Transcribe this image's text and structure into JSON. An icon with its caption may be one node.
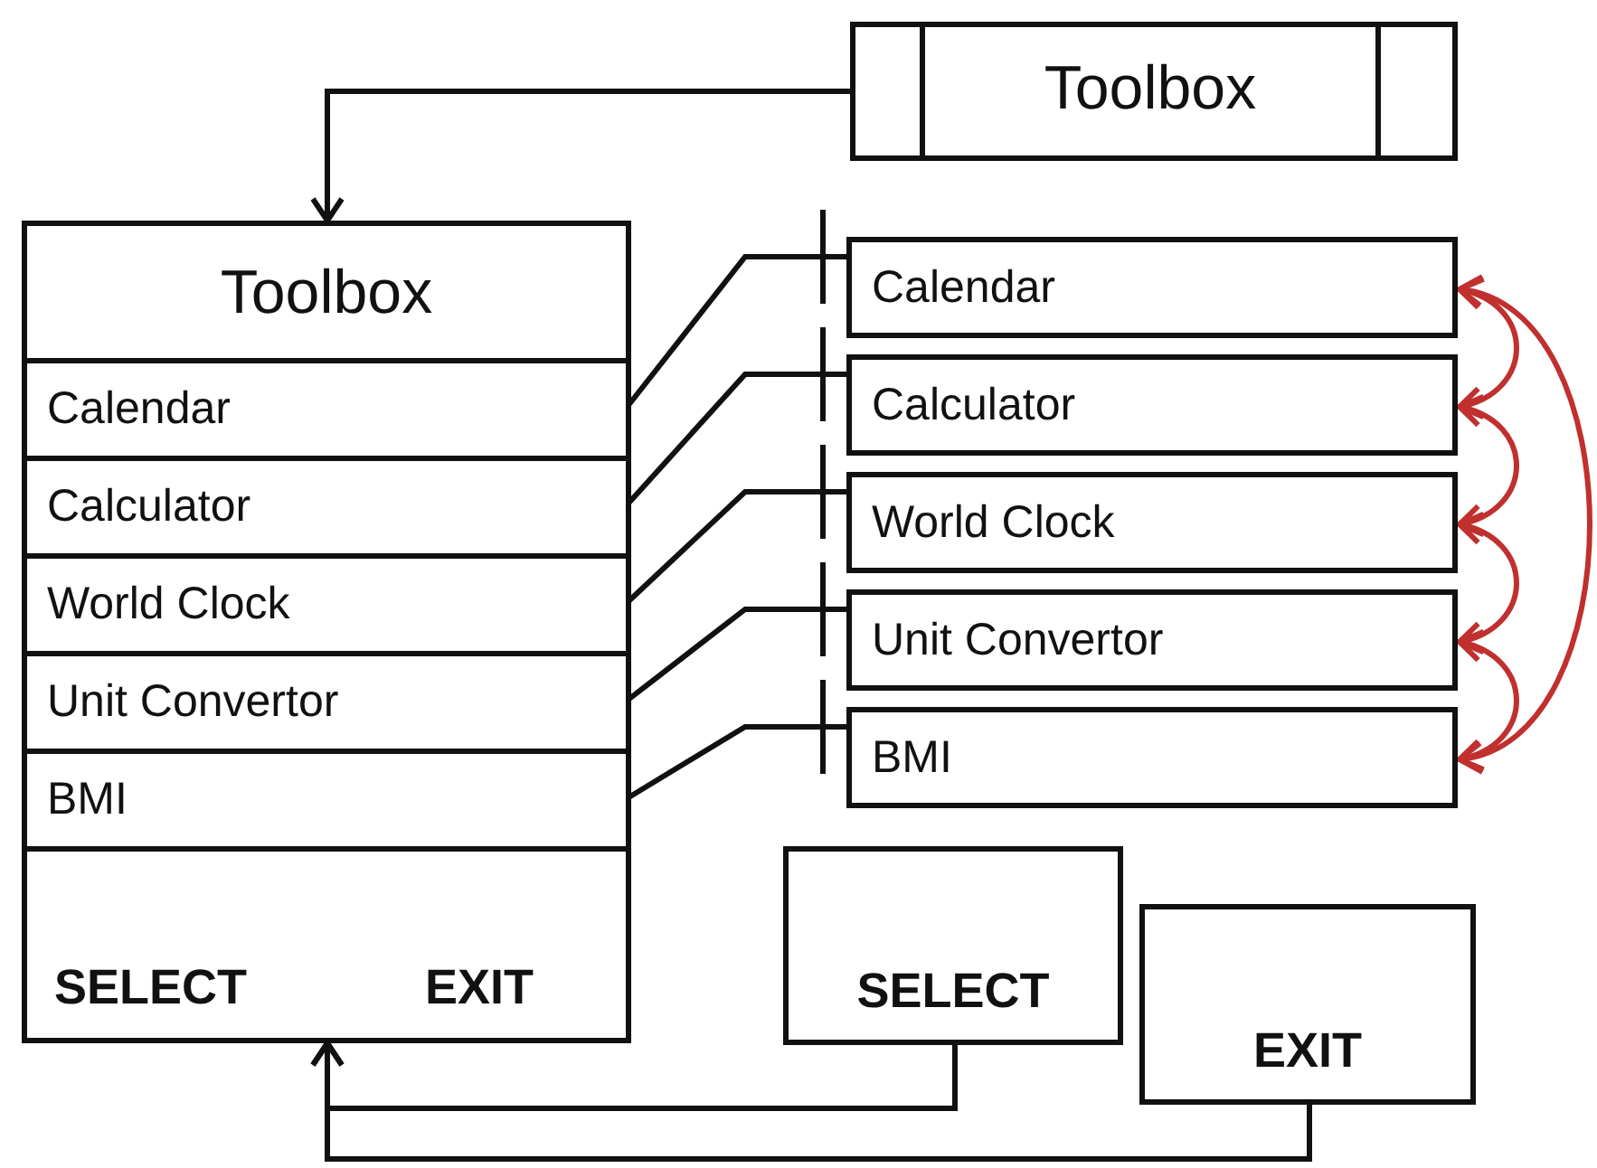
{
  "diagram": {
    "nodes": [
      {
        "text": [
          "Toolbox"
        ]
      },
      {
        "text": [
          "Toolbox",
          "SELECT",
          "EXIT"
        ]
      },
      {
        "text": [
          "Calendar"
        ],
        "in": 1
      },
      {
        "text": [
          "Calculator"
        ],
        "in": 1
      },
      {
        "text": [
          "World Clock"
        ],
        "in": 1
      },
      {
        "text": [
          "Unit Convertor"
        ],
        "in": 1
      },
      {
        "text": [
          "BMI"
        ],
        "in": 1
      },
      {
        "text": [
          "Calendar"
        ]
      },
      {
        "text": [
          "Calculator"
        ]
      },
      {
        "text": [
          "World Clock"
        ]
      },
      {
        "text": [
          "Unit Convertor"
        ]
      },
      {
        "text": [
          "BMI"
        ]
      },
      {
        "text": [
          "SELECT"
        ]
      },
      {
        "text": [
          "EXIT"
        ]
      }
    ],
    "edges": [
      {
        "from": 0,
        "to": 1,
        "arrow": "to"
      },
      {
        "from": 2,
        "to": 7,
        "arrow": "other"
      },
      {
        "from": 3,
        "to": 8,
        "arrow": "other"
      },
      {
        "from": 4,
        "to": 9,
        "arrow": "other"
      },
      {
        "from": 5,
        "to": 10,
        "arrow": "other"
      },
      {
        "from": 6,
        "to": 11,
        "arrow": "other"
      },
      {
        "from": 7,
        "to": 8,
        "arrow": "both",
        "color": "#c0302e"
      },
      {
        "from": 8,
        "to": 9,
        "arrow": "both",
        "color": "#c0302e"
      },
      {
        "from": 9,
        "to": 10,
        "arrow": "both",
        "color": "#c0302e"
      },
      {
        "from": 10,
        "to": 11,
        "arrow": "both",
        "color": "#c0302e"
      },
      {
        "from": 7,
        "to": 11,
        "arrow": "both",
        "color": "#c0302e"
      },
      {
        "from": 12,
        "to": 1,
        "arrow": "to"
      },
      {
        "from": 13,
        "to": 1,
        "arrow": "to"
      }
    ]
  }
}
